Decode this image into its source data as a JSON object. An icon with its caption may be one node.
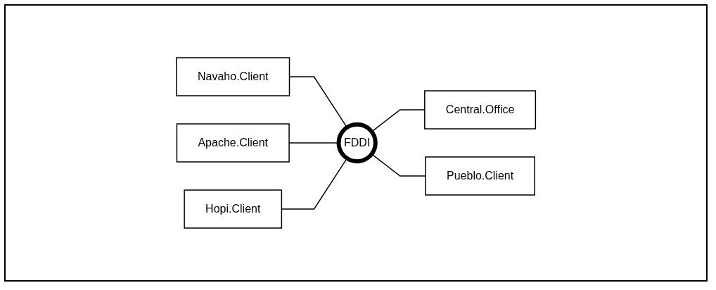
{
  "diagram": {
    "nodes": [
      {
        "text": [
          "Navaho.Client"
        ]
      },
      {
        "text": [
          "Central.Office"
        ]
      },
      {
        "text": [
          "FDDI"
        ]
      },
      {
        "text": [
          "Apache.Client"
        ]
      },
      {
        "text": [
          "Pueblo.Client"
        ]
      },
      {
        "text": [
          "Hopi.Client"
        ]
      }
    ],
    "edges": [
      {
        "from": 0,
        "to": 2,
        "arrow": "none"
      },
      {
        "from": 2,
        "to": 1,
        "arrow": "none"
      },
      {
        "from": 3,
        "to": 2,
        "arrow": "none"
      },
      {
        "from": 2,
        "to": 4,
        "arrow": "none"
      },
      {
        "from": 5,
        "to": 2,
        "arrow": "none"
      }
    ]
  }
}
